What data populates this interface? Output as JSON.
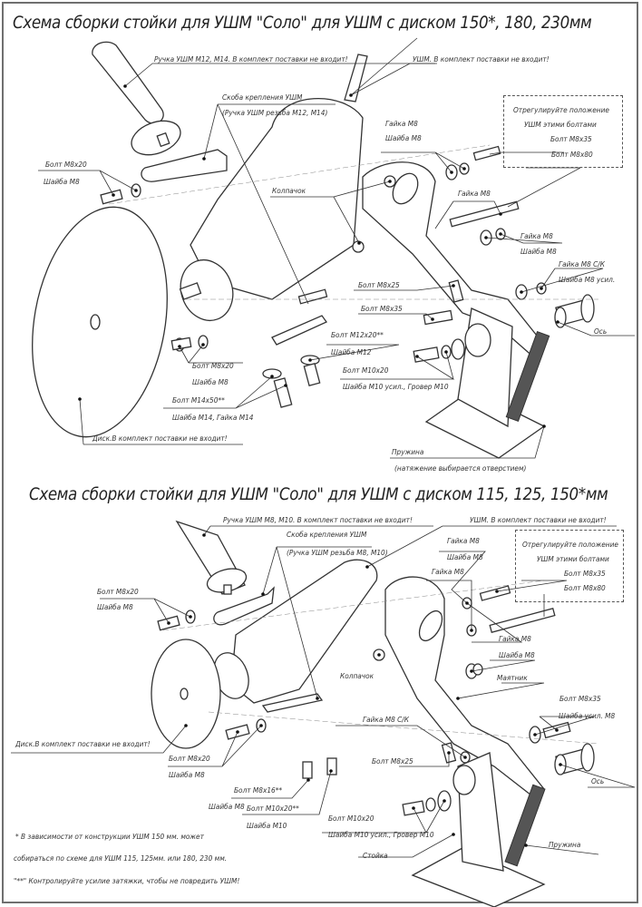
{
  "section_top": {
    "title": "Схема сборки стойки для УШМ \"Соло\" для УШМ с диском 150*, 180, 230мм",
    "labels": {
      "handle": "Ручка УШМ М12, М14. В комплект поставки не входит!",
      "grinder": "УШМ. В комплект поставки не входит!",
      "bracket": "Скоба крепления УШМ",
      "bracket_note": "(Ручка УШМ резьба М12, М14)",
      "bolt_m8x20_a": "Болт М8х20",
      "washer_m8_a": "Шайба М8",
      "cap": "Колпачок",
      "nut_m8_a": "Гайка М8",
      "washer_m8_b": "Шайба М8",
      "nut_m8_b": "Гайка М8",
      "nut_m8_c": "Гайка М8",
      "washer_m8_c": "Шайба М8",
      "nut_m8_sk": "Гайка М8 С/К",
      "washer_m8_reinf": "Шайба М8 усил.",
      "bolt_m8x25": "Болт М8х25",
      "bolt_m8x35": "Болт М8х35",
      "axle": "Ось",
      "bolt_m12x20": "Болт М12х20**",
      "washer_m12": "Шайба М12",
      "bolt_m10x20": "Болт М10х20",
      "washer_m10_set": "Шайба М10 усил., Гровер М10",
      "bolt_m8x20_b": "Болт М8х20",
      "washer_m8_d": "Шайба М8",
      "bolt_m14x50": "Болт М14х50**",
      "washer_m14": "Шайба М14, Гайка М14",
      "disc": "Диск.В комплект поставки не входит!",
      "spring": "Пружина",
      "spring_note": "(натяжение выбирается отверстием)"
    },
    "adjust_box": {
      "line1": "Отрегулируйте положение",
      "line2": "УШМ этими болтами",
      "bolt1": "Болт М8х35",
      "bolt2": "Болт М8х80"
    }
  },
  "section_bottom": {
    "title": "Схема сборки стойки для УШМ \"Соло\" для УШМ с диском 115, 125, 150*мм",
    "labels": {
      "handle": "Ручка УШМ М8, М10. В комплект поставки не входит!",
      "grinder": "УШМ. В комплект поставки не входит!",
      "bracket": "Скоба крепления УШМ",
      "bracket_note": "(Ручка УШМ резьба М8, М10)",
      "nut_m8_a": "Гайка М8",
      "washer_m8_a": "Шайба М8",
      "nut_m8_b": "Гайка М8",
      "bolt_m8x20_a": "Болт М8х20",
      "washer_m8_b": "Шайба М8",
      "nut_m8_c": "Гайка М8",
      "washer_m8_c": "Шайба М8",
      "cap": "Колпачок",
      "pendulum": "Маятник",
      "bolt_m8x35": "Болт М8х35",
      "washer_reinf_m8": "Шайба усил. М8",
      "disc": "Диск.В комплект поставки не входит!",
      "nut_m8_sk": "Гайка М8 С/К",
      "bolt_m8x20_b": "Болт М8х20",
      "washer_m8_d": "Шайба М8",
      "bolt_m8x25": "Болт М8х25",
      "axle": "Ось",
      "bolt_m8x16": "Болт М8х16**",
      "washer_m8_e": "Шайба М8",
      "bolt_m10x20_star": "Болт М10х20**",
      "washer_m10": "Шайба М10",
      "bolt_m10x20": "Болт М10х20",
      "washer_m10_set": "Шайба М10 усил., Гровер М10",
      "stand": "Стойка",
      "spring": "Пружина"
    },
    "adjust_box": {
      "line1": "Отрегулируйте положение",
      "line2": "УШМ этими болтами",
      "bolt1": "Болт М8х35",
      "bolt2": "Болт М8х80"
    }
  },
  "footnotes": {
    "note1_a": "* В зависимости от конструкции УШМ 150 мм. может",
    "note1_b": "собираться по схеме для УШМ 115, 125мм. или 180, 230 мм.",
    "note2": "\"**\" Контролируйте усилие затяжки, чтобы не повредить УШМ!"
  }
}
